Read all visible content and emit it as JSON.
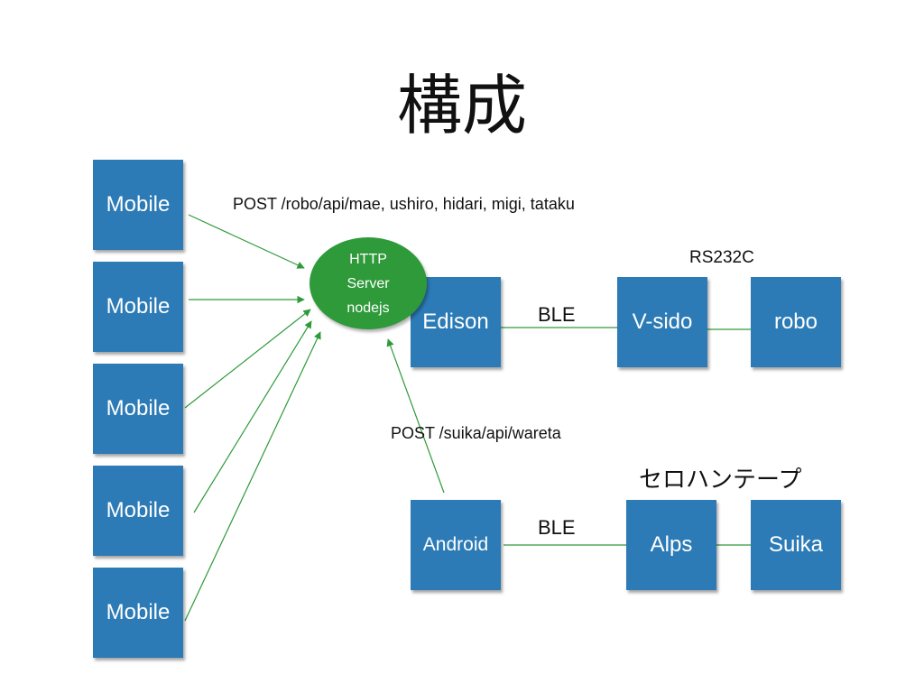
{
  "title": "構成",
  "mobiles": [
    "Mobile",
    "Mobile",
    "Mobile",
    "Mobile",
    "Mobile"
  ],
  "server": {
    "line1": "HTTP",
    "line2": "Server",
    "line3": "nodejs"
  },
  "nodes": {
    "edison": "Edison",
    "vsido": "V-sido",
    "robo": "robo",
    "android": "Android",
    "alps": "Alps",
    "suika": "Suika"
  },
  "labels": {
    "post_robo": "POST /robo/api/mae, ushiro, hidari, migi, tataku",
    "post_suika": "POST /suika/api/wareta",
    "ble_top": "BLE",
    "ble_bottom": "BLE",
    "rs232c": "RS232C",
    "cellophane": "セロハンテープ"
  },
  "colors": {
    "box": "#2c7bb6",
    "server": "#2e9a3a",
    "connector": "#2e9a3a"
  }
}
